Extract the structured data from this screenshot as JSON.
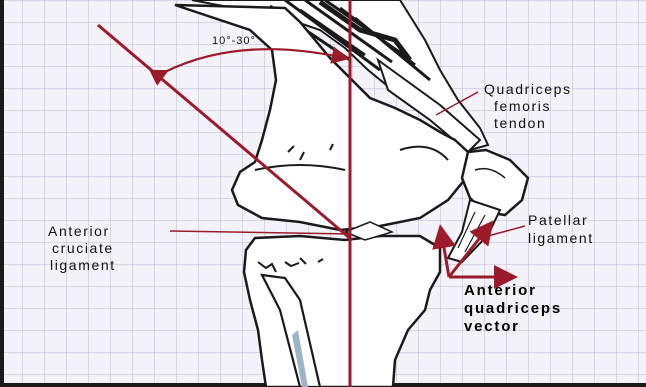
{
  "angle_label": "10°-30°",
  "labels": {
    "quadriceps_tendon": [
      "Quadriceps",
      "femoris",
      "tendon"
    ],
    "anterior_cruciate": [
      "Anterior",
      "cruciate",
      "ligament"
    ],
    "patellar_ligament": [
      "Patellar",
      "ligament"
    ],
    "quadriceps_vector": [
      "Anterior",
      "quadriceps",
      "vector"
    ]
  },
  "colors": {
    "background": "#f3f2f8",
    "grid": "#b8b6d8",
    "axis_red": "#9b1b2a",
    "bone_fill": "#ffffff",
    "outline": "#1a1a1a",
    "ink": "#111111"
  }
}
